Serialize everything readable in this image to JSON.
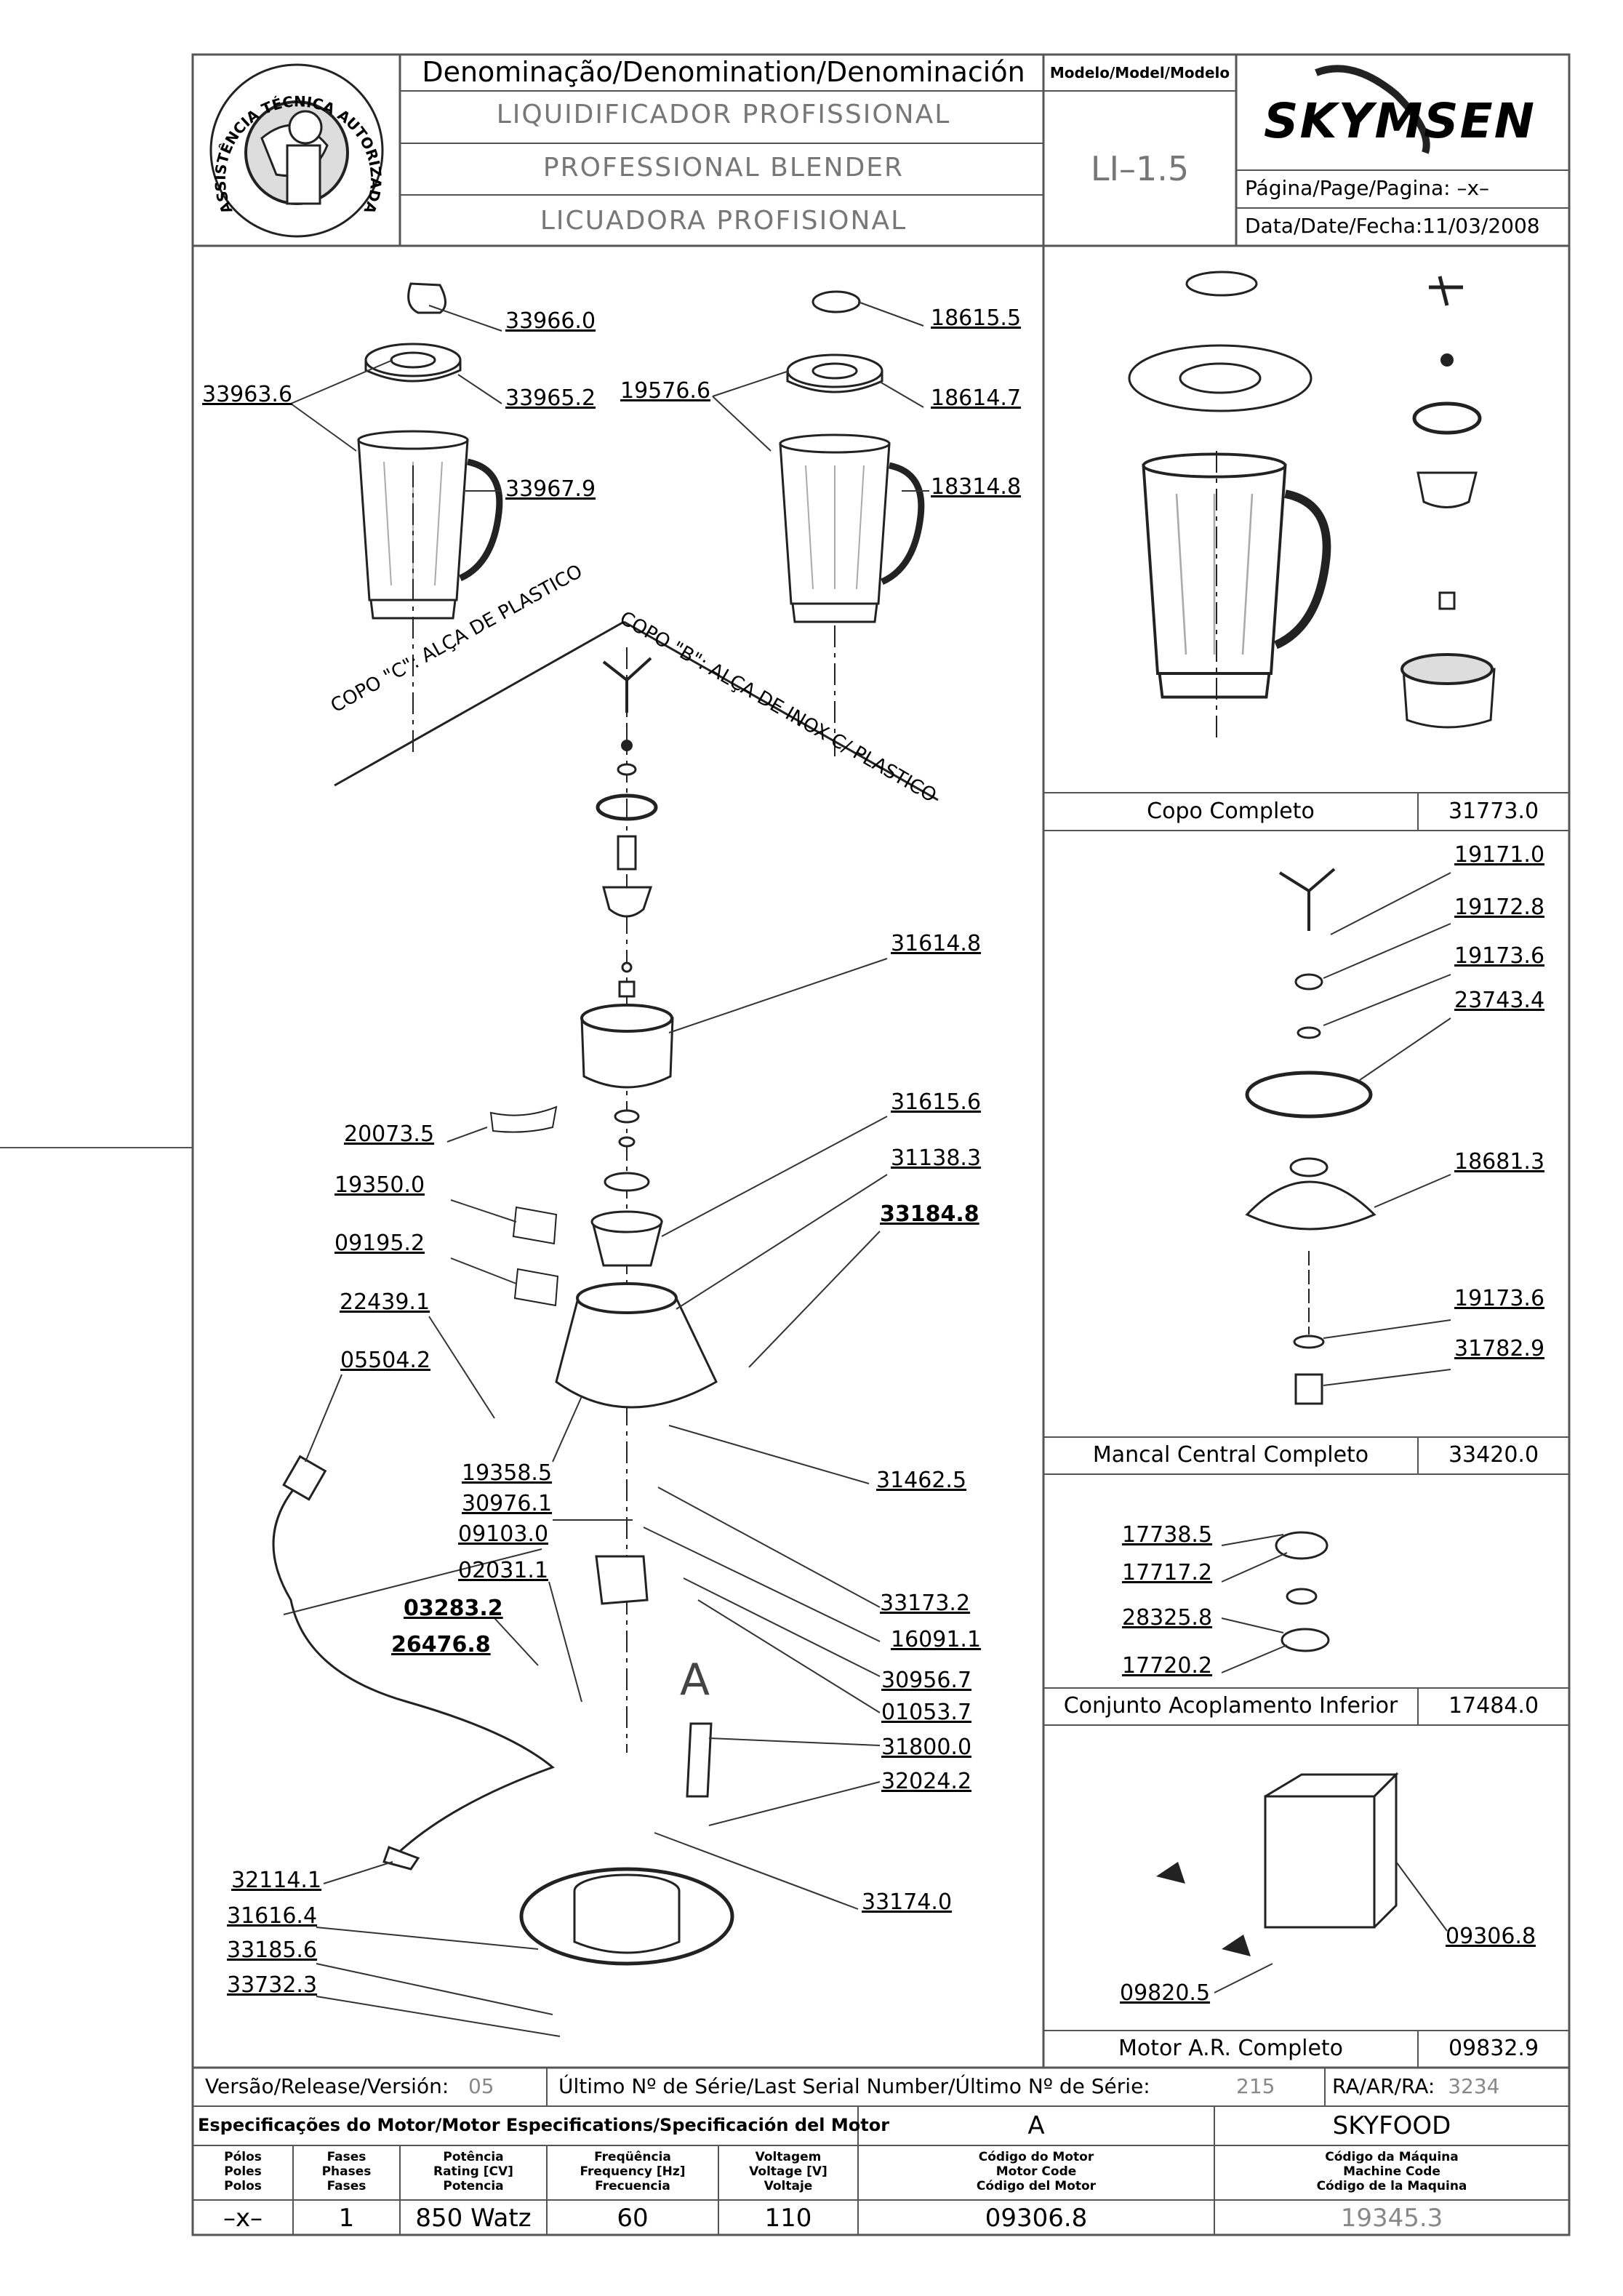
{
  "header": {
    "denomination_title": "Denominação/Denomination/Denominación",
    "names": [
      "LIQUIDIFICADOR  PROFISSIONAL",
      "PROFESSIONAL  BLENDER",
      "LICUADORA  PROFISIONAL"
    ],
    "model_label": "Modelo/Model/Modelo",
    "model_value": "LI–1.5",
    "brand": "SKYMSEN",
    "page_label": "Página/Page/Pagina:",
    "page_value": "–x–",
    "date_label": "Data/Date/Fecha:",
    "date_value": "11/03/2008",
    "seal_text": "ASSISTÊNCIA TÉCNICA AUTORIZADA"
  },
  "cup_labels": {
    "c": "COPO \"C\": ALÇA DE  PLASTICO",
    "b": "COPO \"B\": ALÇA DE INOX C/ PLASTICO"
  },
  "main_parts": [
    "33966.0",
    "33965.2",
    "33963.6",
    "33967.9",
    "18615.5",
    "19576.6",
    "18614.7",
    "18314.8",
    "31614.8",
    "20073.5",
    "31615.6",
    "31138.3",
    "19350.0",
    "33184.8",
    "09195.2",
    "22439.1",
    "05504.2",
    "19358.5",
    "31462.5",
    "30976.1",
    "09103.0",
    "33173.2",
    "02031.1",
    "16091.1",
    "03283.2",
    "30956.7",
    "26476.8",
    "01053.7",
    "31800.0",
    "32024.2",
    "32114.1",
    "33174.0",
    "31616.4",
    "33185.6",
    "33732.3"
  ],
  "detail_label": "A",
  "assemblies": [
    {
      "name": "Copo  Completo",
      "code": "31773.0"
    },
    {
      "name": "Mancal  Central  Completo",
      "code": "33420.0"
    },
    {
      "name": "Conjunto  Acoplamento  Inferior",
      "code": "17484.0"
    },
    {
      "name": "Motor  A.R.  Completo",
      "code": "09832.9"
    }
  ],
  "mancal_parts": [
    "19171.0",
    "19172.8",
    "19173.6",
    "23743.4",
    "18681.3",
    "19173.6",
    "31782.9"
  ],
  "acoplamento_parts": [
    "17738.5",
    "17717.2",
    "28325.8",
    "17720.2"
  ],
  "motor_parts": [
    "09306.8",
    "09820.5"
  ],
  "footer": {
    "version_label": "Versão/Release/Versión:",
    "version_value": "05",
    "serial_label": "Último  Nº  de  Série/Last  Serial  Number/Último  Nº  de  Série:",
    "serial_value": "215",
    "ra_label": "RA/AR/RA:",
    "ra_value": "3234",
    "motor_spec_label": "Especificações do Motor/Motor Especifications/Specificación del Motor",
    "motor_spec_value": "A",
    "machine_label": "SKYFOOD",
    "col_headers": [
      [
        "Pólos",
        "Poles",
        "Polos"
      ],
      [
        "Fases",
        "Phases",
        "Fases"
      ],
      [
        "Potência",
        "Rating [CV]",
        "Potencia"
      ],
      [
        "Freqüência",
        "Frequency [Hz]",
        "Frecuencia"
      ],
      [
        "Voltagem",
        "Voltage [V]",
        "Voltaje"
      ],
      [
        "Código do Motor",
        "Motor Code",
        "Código del Motor"
      ],
      [
        "Código da Máquina",
        "Machine Code",
        "Código de la Maquina"
      ]
    ],
    "values": [
      "–x–",
      "1",
      "850  Watz",
      "60",
      "110",
      "09306.8",
      "19345.3"
    ]
  },
  "colors": {
    "line": "#555555",
    "muted": "#888888"
  }
}
